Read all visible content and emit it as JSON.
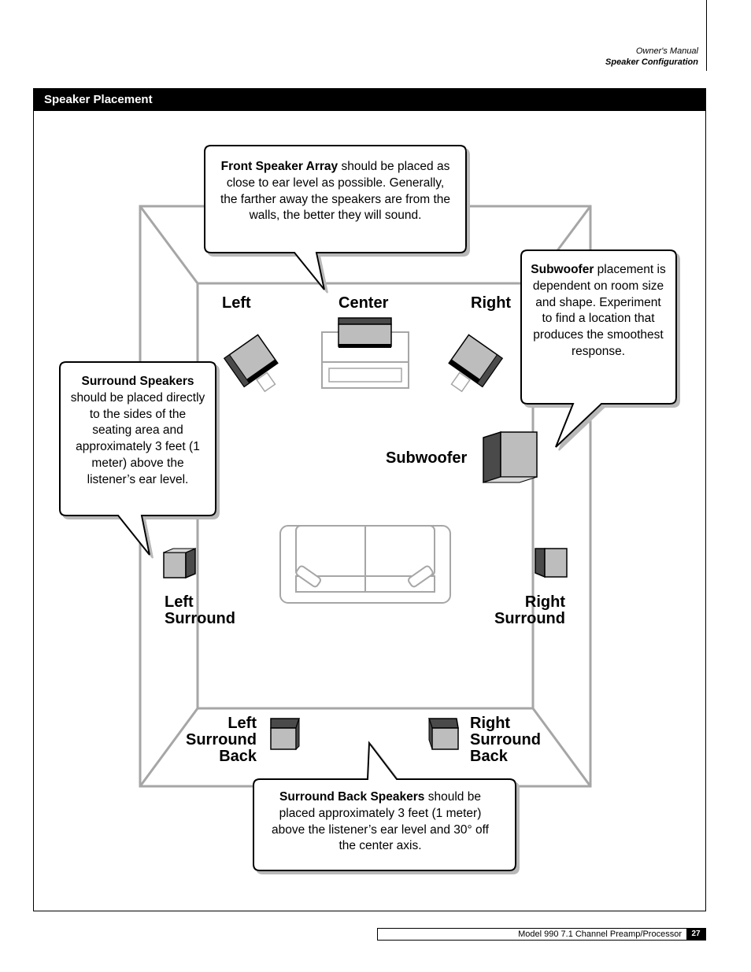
{
  "header": {
    "line1": "Owner's Manual",
    "line2": "Speaker Configuration"
  },
  "panel": {
    "title": "Speaker Placement"
  },
  "labels": {
    "left": "Left",
    "center": "Center",
    "right": "Right",
    "subwoofer": "Subwoofer",
    "left_surround": "Left\nSurround",
    "right_surround": "Right\nSurround",
    "left_surround_back": "Left\nSurround\nBack",
    "right_surround_back": "Right\nSurround\nBack"
  },
  "callouts": {
    "front": {
      "title": "Front Speaker Array",
      "text": " should be placed as close to ear level as possible. Generally, the farther away the speakers are from the walls, the better they will sound."
    },
    "subwoofer": {
      "title": "Subwoofer",
      "text": " placement is dependent on room size and shape. Experiment to find a location that produces the smoothest response."
    },
    "surround": {
      "title": "Surround Speakers",
      "text": " should be placed directly to the sides of the seating area and approximately 3 feet (1 meter) above the listener’s ear level."
    },
    "surround_back": {
      "title": "Surround Back Speakers",
      "text": " should be placed approximately 3 feet (1 meter) above the listener’s ear level and 30° off the center axis."
    }
  },
  "footer": {
    "model": "Model 990 7.1 Channel Preamp/Processor",
    "page": "27"
  }
}
